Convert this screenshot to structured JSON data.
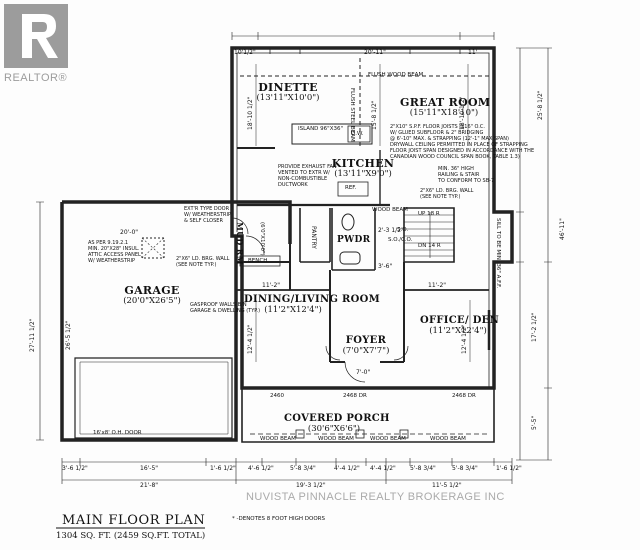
{
  "logo": {
    "text": "REALTOR®"
  },
  "rooms": {
    "dinette": {
      "name": "DINETTE",
      "dims": "(13'11\"X10'0\")"
    },
    "great_room": {
      "name": "GREAT ROOM",
      "dims": "(15'11\"X18'10\")"
    },
    "kitchen": {
      "name": "KITCHEN",
      "dims": "(13'11\"X9'0\")"
    },
    "garage": {
      "name": "GARAGE",
      "dims": "(20'0\"X26'5\")"
    },
    "dining_living": {
      "name": "DINING/LIVING ROOM",
      "dims": "(11'2\"X12'4\")"
    },
    "office_den": {
      "name": "OFFICE/ DEN",
      "dims": "(11'2\"X12'4\")"
    },
    "foyer": {
      "name": "FOYER",
      "dims": "(7'0\"X7'7\")"
    },
    "covered_porch": {
      "name": "COVERED PORCH",
      "dims": "(30'6\"X6'6\")"
    },
    "mud_rm": {
      "name": "MUD RM",
      "dims": "(6'0\"X10'0\")"
    },
    "pwdr": {
      "name": "PWDR"
    },
    "pantry": {
      "name": "PANTRY"
    }
  },
  "labels": {
    "flush_wood_beam": "FLUSH WOOD BEAM",
    "flush_steel_beam": "FLUSH STEEL BEAM",
    "island": "ISLAND 96\"X36\"",
    "dw": "D.W.",
    "ref": "REF.",
    "bench": "BENCH",
    "wood_beam_mid": "WOOD BEAM",
    "wood_beam_1": "WOOD BEAM",
    "wood_beam_2": "WOOD BEAM",
    "wood_beam_3": "WOOD BEAM",
    "wood_beam_4": "WOOD BEAM",
    "garage_door": "16'x8' O.H. DOOR",
    "up": "UP 18 R",
    "dn": "DN 14 R",
    "sill": "SILL TO BE MIN. 36\" A.F.F.",
    "door_2460": "2460",
    "door_2468a": "2468 DR",
    "door_2468b": "2468 DR",
    "so": "S.O.",
    "so_co": "S.O./C.O."
  },
  "notes": {
    "great_room": "2\"X10\" S.P.F. FLOOR JOISTS @16\" O.C.\nW/ GLUED SUBFLOOR & 2\" BRIDGING\n@ 6'-10\" MAX. & STRAPPING (12'-1\" MAX SPAN)\nDRYWALL CEILING PERMITTED IN PLACE OF STRAPPING\nFLOOR JOIST SPAN DESIGNED IN ACCORDANCE WITH THE\nCANADIAN WOOD COUNCIL SPAN BOOK, TABLE 1.3)",
    "railing": "MIN. 36\" HIGH\nRAILING & STAIR\nTO CONFORM TO SB-7",
    "brg_right": "2\"X6\" LD. BRG. WALL\n(SEE NOTE TYP.)",
    "exhaust": "PROVIDE EXHAUST FAN\nVENTED TO EXTR W/\nNON-COMBUSTIBLE\nDUCTWORK",
    "extr_door": "EXT'R TYPE DOOR\nW/ WEATHERSTRIP\n& SELF CLOSER",
    "attic": "AS PER 9.19.2.1\nMIN. 20\"X28\" INSUL.\nATTIC ACCESS PANEL\nW/ WEATHERSTRIP",
    "brg_left": "2\"X6\" LD. BRG. WALL\n(SEE NOTE TYP.)",
    "gasproof": "GASPROOF WALLS B/N\nGARAGE & DWELLING (TYP.)"
  },
  "dimensions": {
    "top": [
      "10'1/2\"",
      "20'-11\"",
      "11'"
    ],
    "right": [
      "25'-8 1/2\"",
      "46'-11\"",
      "17'-2 1/2\"",
      "5'-5\""
    ],
    "left": [
      "27'-11 1/2\"",
      "20'-0\"",
      "26'-5 1/2\""
    ],
    "bottom_row1": [
      "3'-6 1/2\"",
      "16'-5\"",
      "1'-6 1/2\"",
      "4'-6 1/2\"",
      "5'-8 3/4\"",
      "4'-4 1/2\"",
      "4'-4 1/2\"",
      "5'-8 3/4\"",
      "5'-8 3/4\"",
      "1'-6 1/2\""
    ],
    "bottom_row2": [
      "21'-8\"",
      "19'-3 1/2\"",
      "11'-5 1/2\""
    ],
    "interior": [
      "18'-10 1/2\"",
      "15'-8 1/2\"",
      "18'-10 1/2\"",
      "11'-2\"",
      "11'-2\"",
      "12'-4 1/2\"",
      "12'-4 1/2\"",
      "7'-0\"",
      "2'-3 1/2\"",
      "3'-6\""
    ]
  },
  "title": {
    "main": "MAIN FLOOR PLAN",
    "sub": "1304 SQ. FT. (2459 SQ.FT. TOTAL)"
  },
  "legend": "* -DENOTES 8 FOOT HIGH DOORS",
  "watermark": "NUVISTA PINNACLE REALTY BROKERAGE INC"
}
